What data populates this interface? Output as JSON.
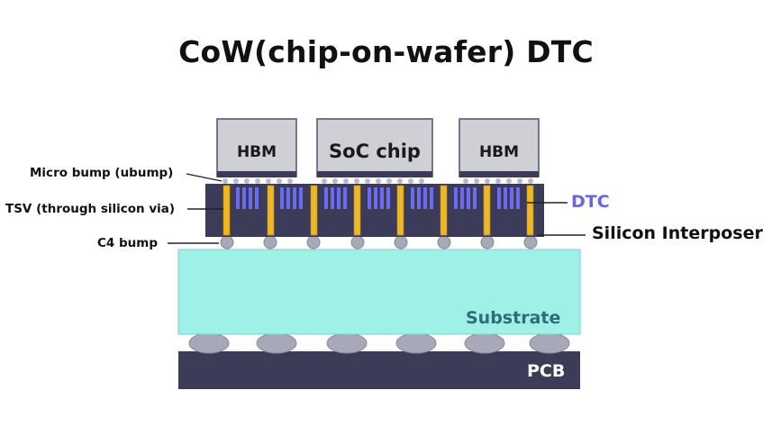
{
  "title": "CoW(chip-on-wafer) DTC",
  "chips": {
    "hbm_left": "HBM",
    "soc": "SoC chip",
    "hbm_right": "HBM"
  },
  "labels": {
    "micro_bump": "Micro bump (ubump)",
    "tsv": "TSV (through silicon via)",
    "c4_bump": "C4 bump",
    "dtc": "DTC",
    "interposer": "Silicon Interposer",
    "substrate": "Substrate",
    "pcb": "PCB"
  },
  "colors": {
    "chip_fill": "#cfcfd6",
    "interposer": "#3c3c58",
    "dtc": "#6c6cf0",
    "tsv": "#f0b820",
    "substrate": "#9ff0e6",
    "substrate_text": "#2f6b78",
    "pcb": "#3c3c58",
    "bump": "#a8a8b8",
    "dtc_label": "#6666e8"
  }
}
